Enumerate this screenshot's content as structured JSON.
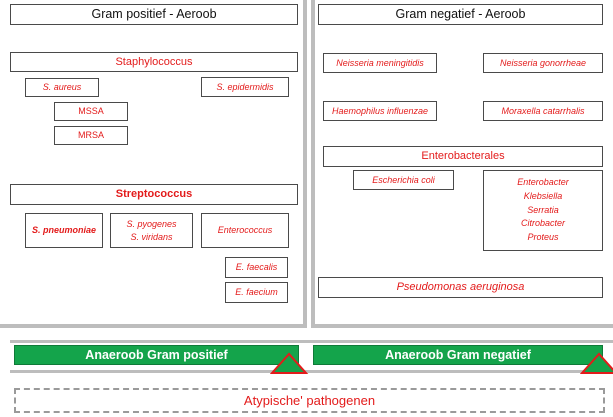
{
  "left": {
    "title": "Gram positief - Aeroob",
    "staph": "Staphylococcus",
    "s_aureus": "S. aureus",
    "s_epidermidis": "S. epidermidis",
    "mssa": "MSSA",
    "mrsa": "MRSA",
    "strep": "Streptococcus",
    "s_pneumoniae": "S. pneumoniae",
    "s_pyogenes": "S. pyogenes",
    "s_viridans": "S. viridans",
    "enterococcus": "Enterococcus",
    "e_faecalis": "E. faecalis",
    "e_faecium": "E. faecium"
  },
  "right": {
    "title": "Gram negatief - Aeroob",
    "neisseria_men": "Neisseria meningitidis",
    "neisseria_gon": "Neisseria gonorrheae",
    "haemophilus": "Haemophilus influenzae",
    "moraxella": "Moraxella catarrhalis",
    "enterobacterales": "Enterobacterales",
    "e_coli": "Escherichia coli",
    "enterobacter": "Enterobacter",
    "klebsiella": "Klebsiella",
    "serratia": "Serratia",
    "citrobacter": "Citrobacter",
    "proteus": "Proteus",
    "pseudomonas": "Pseudomonas aeruginosa"
  },
  "anaerobe": {
    "positive": "Anaeroob Gram positief",
    "negative": "Anaeroob Gram negatief"
  },
  "atypical": "Atypische' pathogenen",
  "colors": {
    "panel_border": "#bdbdbd",
    "red_text": "#e31b1b",
    "green": "#14a44b",
    "triangle_outline": "#e31b1b"
  }
}
